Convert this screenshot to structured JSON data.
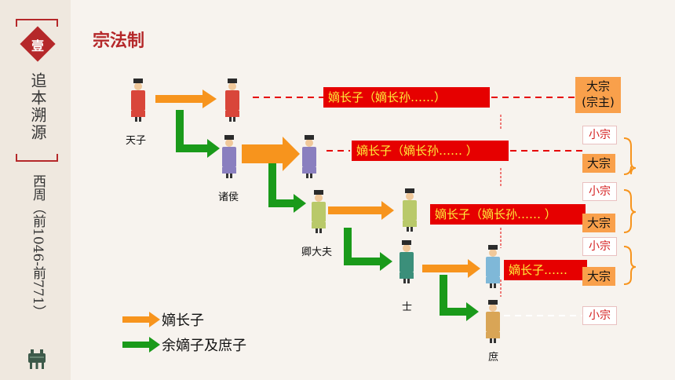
{
  "sidebar": {
    "badge": "壹",
    "section": "追本溯源",
    "period": "西周（前1046-前771）",
    "vessel_icon": "ding-vessel-icon"
  },
  "title": "宗法制",
  "figures": {
    "tianzi": "天子",
    "zhuhou": "诸侯",
    "qingdaifu": "卿大夫",
    "shi": "士",
    "shu": "庶"
  },
  "red_boxes": {
    "row1": "嫡长子（嫡长孙……）",
    "row2": "嫡长子（嫡长孙…… ）",
    "row3": "嫡长子（嫡长孙…… ）",
    "row4": "嫡长子……"
  },
  "right_labels": {
    "dazong_main": "大宗",
    "dazong_sub": "(宗主)",
    "xiaozong": "小宗",
    "dazong": "大宗"
  },
  "legend": {
    "orange": "嫡长子",
    "green": "余嫡子及庶子"
  },
  "colors": {
    "orange_arrow": "#f7941d",
    "green_arrow": "#1a9a1a",
    "red_box": "#e60000",
    "accent": "#b5282a"
  }
}
